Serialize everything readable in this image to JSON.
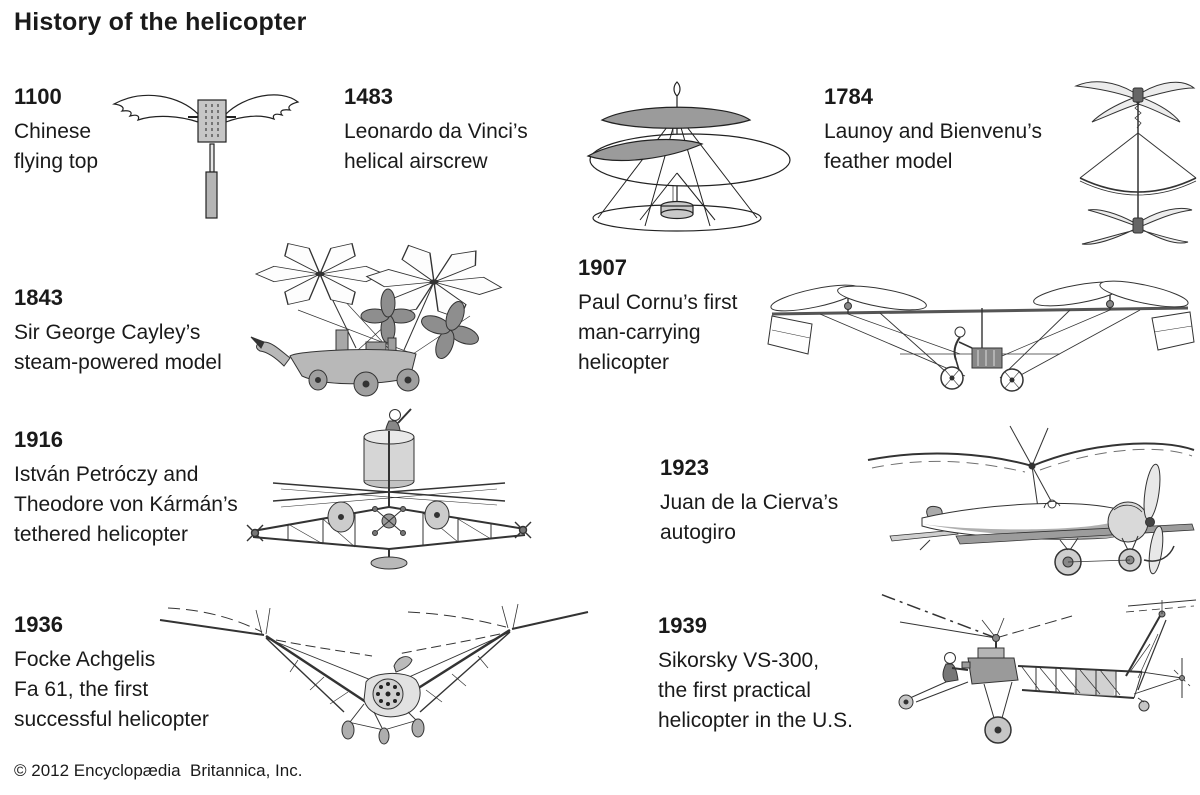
{
  "title": "History of the helicopter",
  "footer": "© 2012 Encyclopædia  Britannica, Inc.",
  "colors": {
    "ink": "#1a1a1a",
    "illustration_gray": "#b9b9b9"
  },
  "entries": [
    {
      "year": "1100",
      "lines": [
        "Chinese",
        "flying top"
      ],
      "illustration": "chinese-flying-top"
    },
    {
      "year": "1483",
      "lines": [
        "Leonardo da Vinci’s",
        "helical airscrew"
      ],
      "illustration": "da-vinci-helical-airscrew"
    },
    {
      "year": "1784",
      "lines": [
        "Launoy and Bienvenu’s",
        "feather model"
      ],
      "illustration": "launoy-bienvenu-feather-model"
    },
    {
      "year": "1843",
      "lines": [
        "Sir George Cayley’s",
        "steam-powered model"
      ],
      "illustration": "cayley-steam-powered-model"
    },
    {
      "year": "1907",
      "lines": [
        "Paul Cornu’s first",
        "man-carrying",
        "helicopter"
      ],
      "illustration": "cornu-man-carrying-helicopter"
    },
    {
      "year": "1916",
      "lines": [
        "István Petróczy and",
        "Theodore von Kármán’s",
        "tethered helicopter"
      ],
      "illustration": "petroczy-karman-tethered-helicopter"
    },
    {
      "year": "1923",
      "lines": [
        "Juan de la Cierva’s",
        "autogiro"
      ],
      "illustration": "cierva-autogiro"
    },
    {
      "year": "1936",
      "lines": [
        "Focke Achgelis",
        "Fa 61, the first",
        "successful helicopter"
      ],
      "illustration": "focke-achgelis-fa61"
    },
    {
      "year": "1939",
      "lines": [
        "Sikorsky VS-300,",
        "the first practical",
        "helicopter in the U.S."
      ],
      "illustration": "sikorsky-vs300"
    }
  ]
}
